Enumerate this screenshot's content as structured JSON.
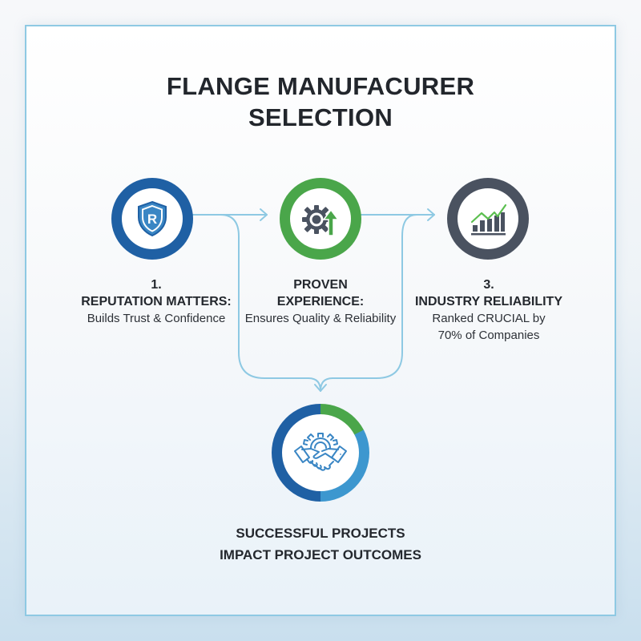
{
  "title": {
    "line1": "FLANGE MANUFACURER",
    "line2": "SELECTION"
  },
  "colors": {
    "blue": "#1f60a4",
    "light_blue": "#3d97cf",
    "green": "#4aa64a",
    "slate": "#4a5260",
    "connector": "#8ec9e3",
    "text": "#22262c"
  },
  "steps": [
    {
      "icon": "shield-r-icon",
      "number": "1.",
      "heading": "REPUTATION MATTERS:",
      "detail": "Builds Trust & Confidence"
    },
    {
      "icon": "gear-arrow-up-icon",
      "heading_line1": "PROVEN",
      "heading_line2": "EXPERIENCE:",
      "detail": "Ensures Quality & Reliability"
    },
    {
      "icon": "bar-chart-check-icon",
      "number": "3.",
      "heading": "INDUSTRY RELIABILITY",
      "detail_line1": "Ranked CRUCIAL by",
      "detail_line2": "70% of Companies"
    }
  ],
  "outcome": {
    "icon": "handshake-gear-icon",
    "line1": "SUCCESSFUL PROJECTS",
    "line2": "IMPACT PROJECT OUTCOMES"
  }
}
